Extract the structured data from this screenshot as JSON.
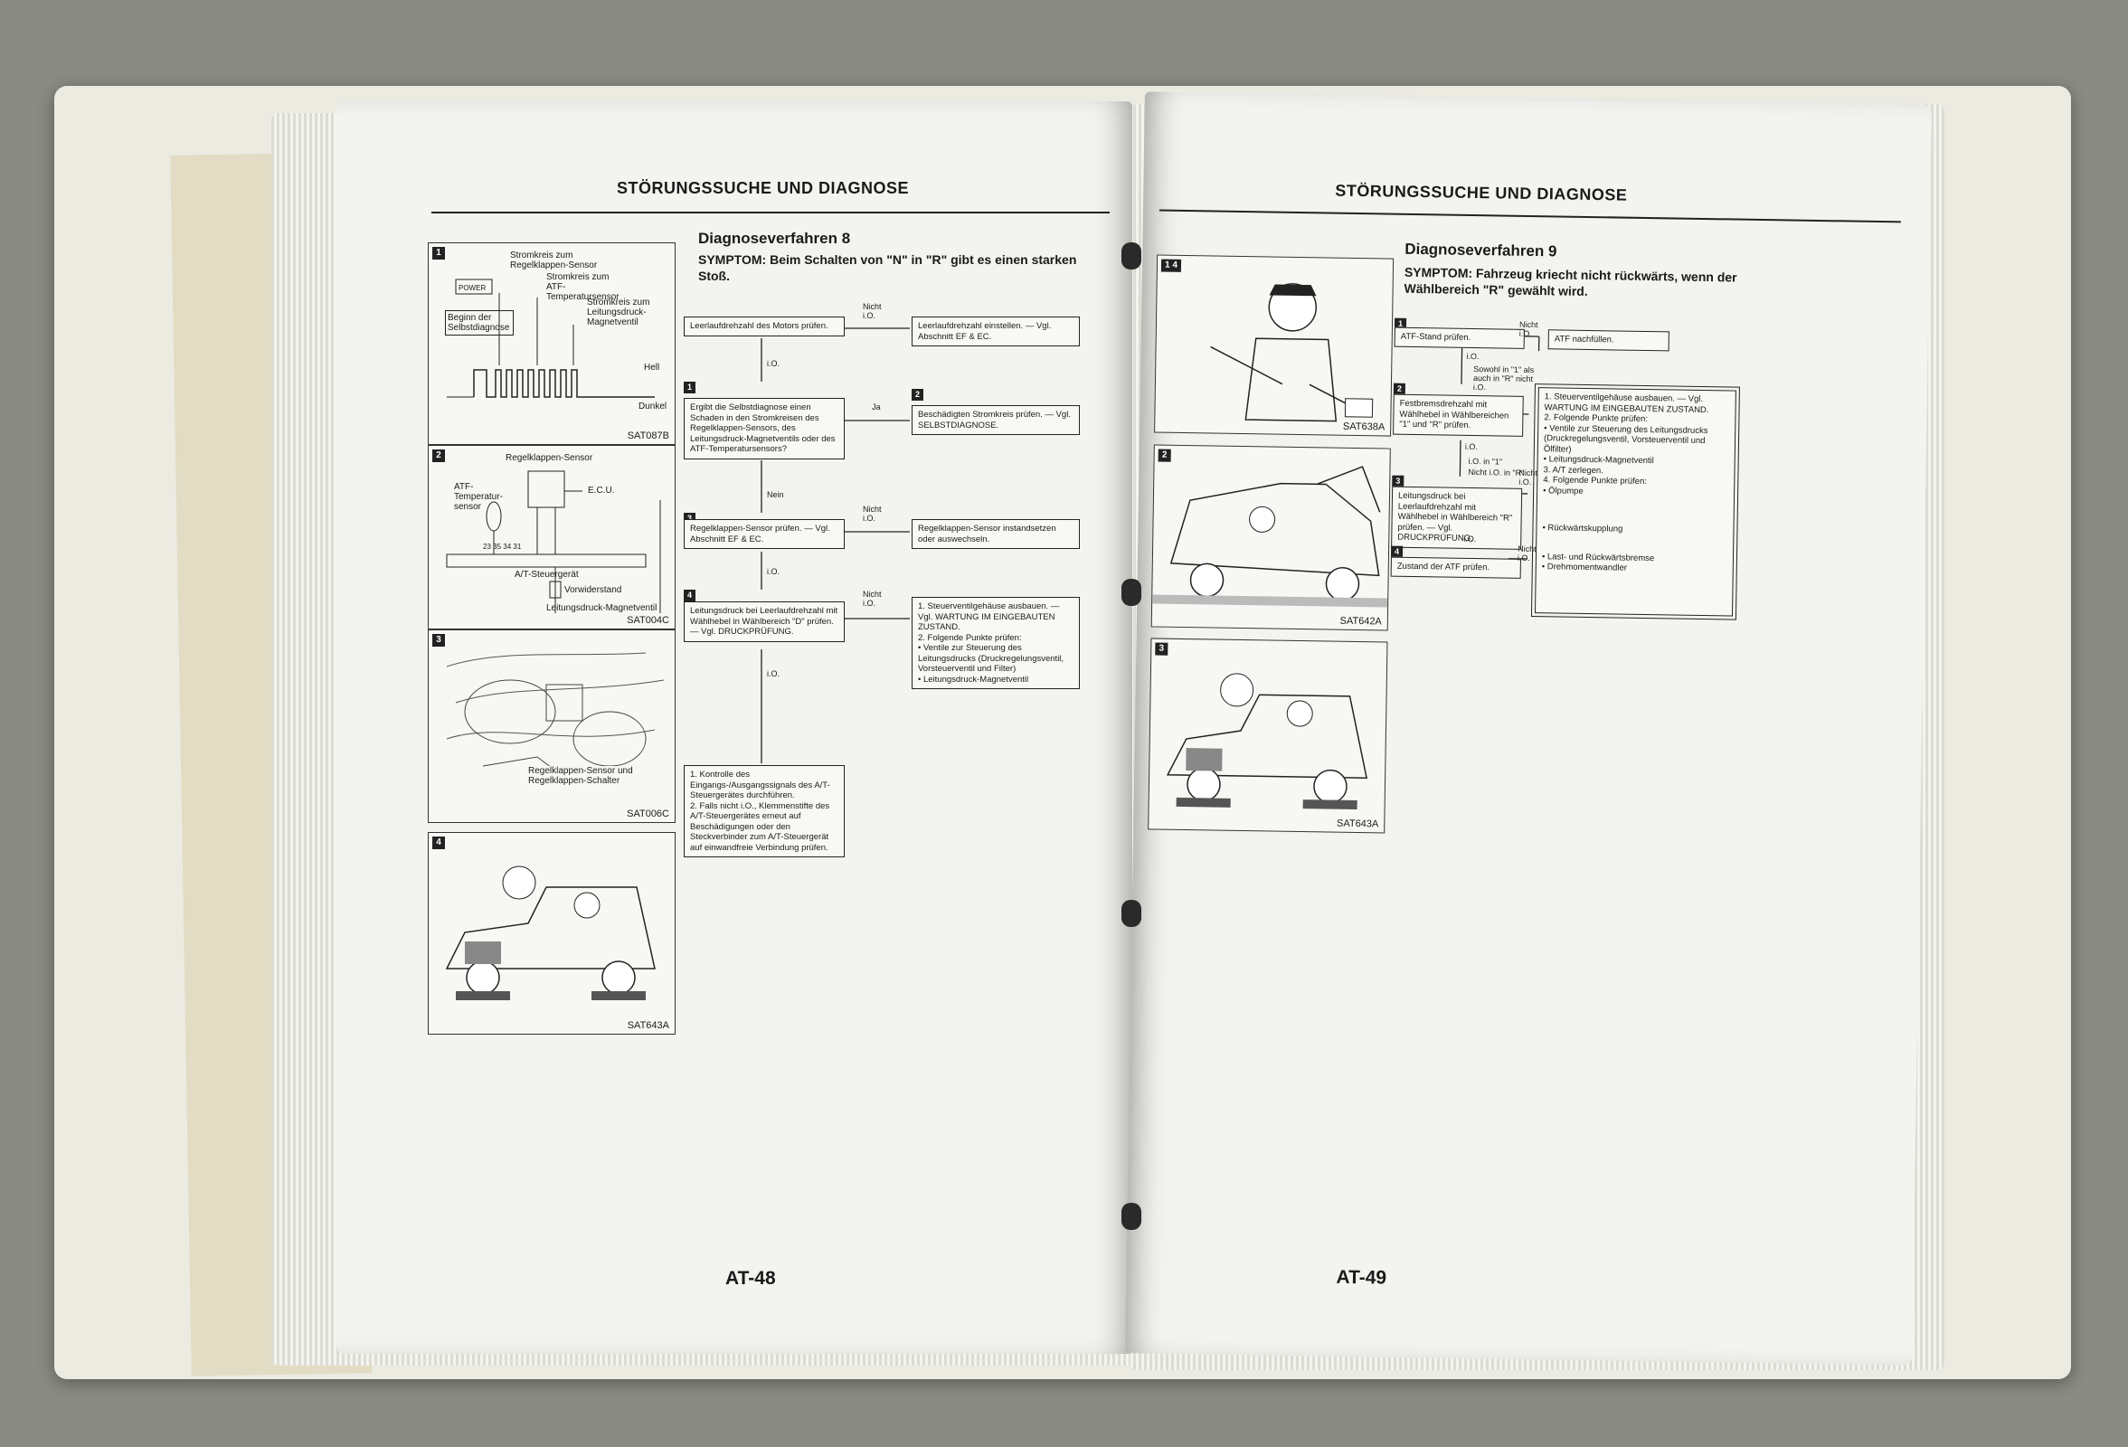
{
  "left_page": {
    "header": "STÖRUNGSSUCHE UND DIAGNOSE",
    "page_number": "AT-48",
    "figures": [
      {
        "num": "1",
        "ref": "SAT087B",
        "labels": {
          "a": "Stromkreis zum Regelklappen-Sensor",
          "b": "Stromkreis zum ATF-Temperatursensor",
          "c": "Stromkreis zum Leitungsdruck-Magnetventil",
          "d": "Beginn der Selbstdiagnose",
          "power": "POWER",
          "hell": "Hell",
          "dunkel": "Dunkel"
        }
      },
      {
        "num": "2",
        "ref": "SAT004C",
        "labels": {
          "sensor": "Regelklappen-Sensor",
          "atf": "ATF-Temperatur-sensor",
          "ecu": "E.C.U.",
          "steuer": "A/T-Steuergerät",
          "vor": "Vorwiderstand",
          "mag": "Leitungsdruck-Magnetventil",
          "pins": "23   35  34  31"
        }
      },
      {
        "num": "3",
        "ref": "SAT006C",
        "labels": {
          "caption": "Regelklappen-Sensor und Regelklappen-Schalter"
        }
      },
      {
        "num": "4",
        "ref": "SAT643A"
      }
    ],
    "proc": {
      "title": "Diagnoseverfahren 8",
      "symptom": "SYMPTOM: Beim Schalten von \"N\" in \"R\" gibt es einen starken Stoß.",
      "boxes": {
        "start": "Leerlaufdrehzahl des Motors prüfen.",
        "start_fix": "Leerlaufdrehzahl einstellen. — Vgl. Abschnitt EF & EC.",
        "s1": "Ergibt die Selbstdiagnose einen Schaden in den Stromkreisen des Regelklappen-Sensors, des Leitungsdruck-Magnetventils oder des ATF-Temperatursensors?",
        "s2": "Beschädigten Stromkreis prüfen. — Vgl. SELBSTDIAGNOSE.",
        "s3": "Regelklappen-Sensor prüfen. — Vgl. Abschnitt EF & EC.",
        "s3_fix": "Regelklappen-Sensor instandsetzen oder auswechseln.",
        "s4": "Leitungsdruck bei Leerlaufdrehzahl mit Wählhebel in Wählbereich \"D\" prüfen. — Vgl. DRUCKPRÜFUNG.",
        "s4_fix": [
          "1. Steuerventilgehäuse ausbauen. — Vgl. WARTUNG IM EINGEBAUTEN ZUSTAND.",
          "2. Folgende Punkte prüfen:",
          "• Ventile zur Steuerung des Leitungsdrucks (Druckregelungsventil, Vorsteuerventil und Filter)",
          "• Leitungsdruck-Magnetventil"
        ],
        "end": [
          "1. Kontrolle des Eingangs-/Ausgangssignals des A/T-Steuergerätes durchführen.",
          "2. Falls nicht i.O., Klemmenstifte des A/T-Steuergerätes erneut auf Beschädigungen oder den Steckverbinder zum A/T-Steuergerät auf einwandfreie Verbindung prüfen."
        ]
      },
      "labels": {
        "nicht_io": "Nicht i.O.",
        "io": "i.O.",
        "ja": "Ja",
        "nein": "Nein"
      }
    }
  },
  "right_page": {
    "header": "STÖRUNGSSUCHE UND DIAGNOSE",
    "page_number": "AT-49",
    "figures": [
      {
        "num": "1 4",
        "ref": "SAT638A"
      },
      {
        "num": "2",
        "ref": "SAT642A"
      },
      {
        "num": "3",
        "ref": "SAT643A"
      }
    ],
    "proc": {
      "title": "Diagnoseverfahren 9",
      "symptom": "SYMPTOM: Fahrzeug kriecht nicht rückwärts, wenn der Wählbereich \"R\" gewählt wird.",
      "boxes": {
        "s1": "ATF-Stand prüfen.",
        "s1_fix": "ATF nachfüllen.",
        "s2": "Festbremsdrehzahl mit Wählhebel in Wählbereichen \"1\" und \"R\" prüfen.",
        "s3": "Leitungsdruck bei Leerlaufdrehzahl mit Wählhebel in Wählbereich \"R\" prüfen. — Vgl. DRUCKPRÜFUNG.",
        "s4": "Zustand der ATF prüfen.",
        "big": [
          "1. Steuerventilgehäuse ausbauen. — Vgl. WARTUNG IM EINGEBAUTEN ZUSTAND.",
          "2. Folgende Punkte prüfen:",
          "• Ventile zur Steuerung des Leitungsdrucks (Druckregelungsventil, Vorsteuerventil und Ölfilter)",
          "• Leitungsdruck-Magnetventil",
          "3. A/T zerlegen.",
          "4. Folgende Punkte prüfen:",
          "• Ölpumpe"
        ],
        "big2": [
          "• Rückwärtskupplung"
        ],
        "big3": [
          "• Last- und Rückwärtsbremse",
          "• Drehmomentwandler"
        ]
      },
      "labels": {
        "nicht_io": "Nicht i.O.",
        "io": "i.O.",
        "sowohl": "Sowohl in \"1\" als auch in \"R\" nicht i.O.",
        "io_in_1": "i.O. in \"1\"",
        "nicht_io_in_r": "Nicht i.O. in \"R\""
      }
    }
  }
}
